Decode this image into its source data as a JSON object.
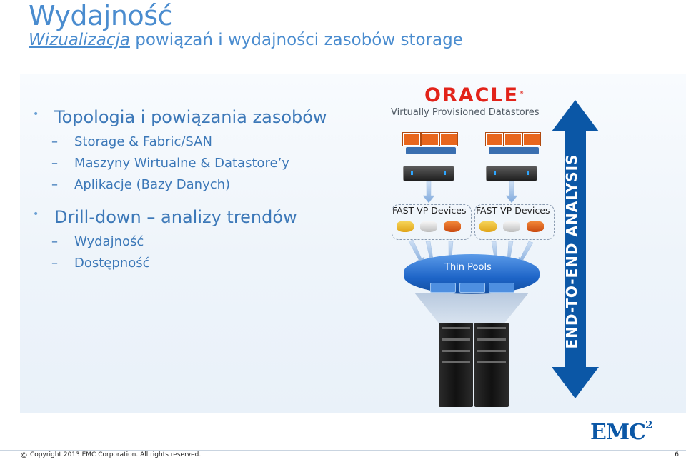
{
  "slide": {
    "title": "Wydajność",
    "subtitle_em": "Wizualizacja",
    "subtitle_rest": " powiązań i wydajności zasobów storage"
  },
  "bullets": [
    {
      "text": "Topologia i powiązania zasobów",
      "children": [
        "Storage & Fabric/SAN",
        "Maszyny Wirtualne & Datastore’y",
        "Aplikacje (Bazy Danych)"
      ]
    },
    {
      "text": "Drill-down – analizy trendów",
      "children": [
        "Wydajność",
        "Dostępność"
      ]
    }
  ],
  "diagram": {
    "oracle_logo": "ORACLE",
    "virtual_datastores_label": "Virtually Provisioned Datastores",
    "fast_vp_left": "FAST VP Devices",
    "fast_vp_right": "FAST VP Devices",
    "thin_pools_label": "Thin Pools",
    "end_to_end_label": "END-TO-END ANALYSIS",
    "colors": {
      "arrow_blue": "#0b57a6",
      "oracle_red": "#e2231a",
      "thin_pool_blue": "#1d64c7"
    }
  },
  "footer": {
    "copyright_icon": "©",
    "copyright": "Copyright 2013 EMC Corporation. All rights reserved.",
    "page_number": "6",
    "emc_logo": "EMC",
    "emc_superscript": "2"
  }
}
